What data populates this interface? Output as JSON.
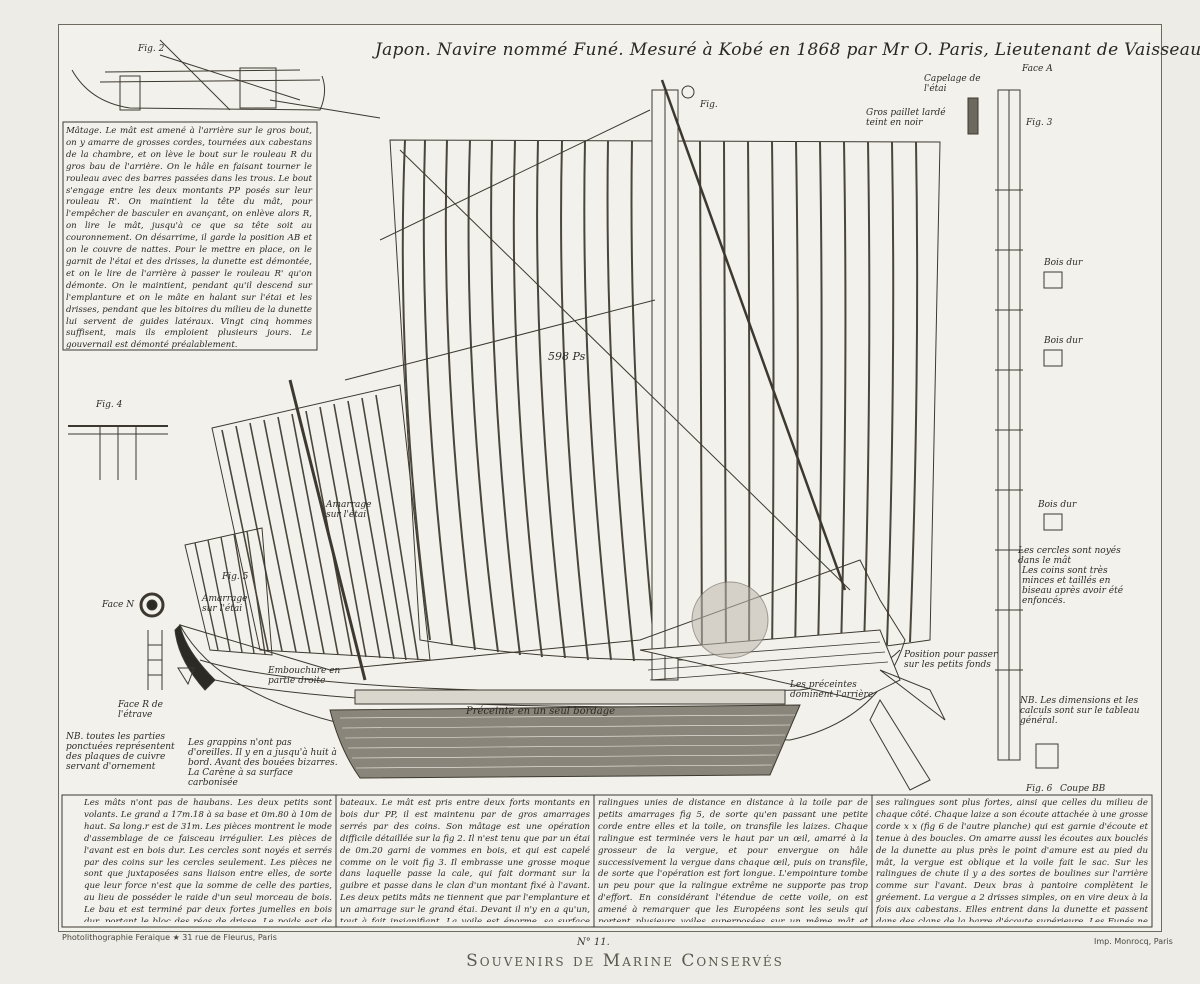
{
  "title": "Japon. Navire nommé Funé. Mesuré à Kobé en 1868 par Mr O. Paris, Lieutenant de Vaisseau",
  "labels": {
    "fig2": "Fig. 2",
    "fig": "Fig.",
    "fig3": "Fig. 3",
    "fig4": "Fig. 4",
    "fig5": "Fig. 5",
    "fig6": "Fig. 6",
    "capelage": "Capelage de l'étai",
    "gros_paillet": "Gros paillet lardé teint en noir",
    "face_a": "Face A",
    "face_n": "Face N",
    "face_r": "Face R de l'étrave",
    "sail_number": "598 Ps",
    "amarrage_etai": "Amarrage sur l'étai",
    "amarrage_etai2": "Amarrage sur l'étai",
    "embouchure": "Embouchure en partie droite",
    "preceinte": "Préceinte en un seul bordage",
    "preceintes": "Les préceintes dominent l'arrière",
    "position": "Position pour passer sur les petits fonds",
    "bois_dur1": "Bois dur",
    "bois_dur2": "Bois dur",
    "bois_dur3": "Bois dur",
    "cercles": "Les cercles sont noyés dans le mât",
    "coins": "Les coins sont très minces et taillés en biseau après avoir été enfoncés.",
    "dimensions": "NB. Les dimensions et les calculs sont sur le tableau général.",
    "coupe": "Coupe BB",
    "nb_left": "NB. toutes les parties ponctuées représentent des plaques de cuivre servant d'ornement",
    "grappins": "Les grappins n'ont pas d'oreilles. Il y en a jusqu'à huit à bord. Avant des bouées bizarres. La Carène à sa surface carbonisée"
  },
  "text": {
    "matage": "Mâtage. Le mât est amené à l'arrière sur le gros bout, on y amarre de grosses cordes, tournées aux cabestans de la chambre, et on lève le bout sur le rouleau R du gros bau de l'arrière. On le hâle en faisant tourner le rouleau avec des barres passées dans les trous. Le bout s'engage entre les deux montants PP posés sur leur rouleau R'. On maintient la tête du mât, pour l'empêcher de basculer en avançant, on enlève alors R, on lire le mât, jusqu'à ce que sa tête soit au couronnement. On désarrime, il garde la position AB et on le couvre de nattes. Pour le mettre en place, on le garnit de l'étai et des drisses, la dunette est démontée, et on le lire de l'arrière à passer le rouleau R' qu'on démonte. On le maintient, pendant qu'il descend sur l'emplanture et on le mâte en halant sur l'étai et les drisses, pendant que les bitoires du milieu de la dunette lui servent de guides latéraux. Vingt cinq hommes suffisent, mais ils emploient plusieurs jours. Le gouvernail est démonté préalablement.",
    "col1": "Les mâts n'ont pas de haubans. Les deux petits sont volants. Le grand a 17m.18 à sa base et 0m.80 à 10m de haut. Sa long.r est de 31m. Les pièces montrent le mode d'assemblage de ce faisceau irrégulier. Les pièces de l'avant est en bois dur. Les cercles sont noyés et serrés par des coins sur les cercles seulement. Les pièces ne sont que juxtaposées sans liaison entre elles, de sorte que leur force n'est que la somme de celle des parties, au lieu de posséder le raide d'un seul morceau de bois. Le bau et est terminé par deux fortes jumelles en bois dur, portant le bloc des réas de drisse. Le poids est de 18 tonneaux. L'emplanture est en quatre pièces et présente une petite surface pour un tel poids. Il est vrai que l'effort du ridage de nos haubans fait défaut. Mais il en résulte beaucoup de fatigue avec les roulis exagérés de ces",
    "col2": "bateaux. Le mât est pris entre deux forts montants en bois dur PP, il est maintenu par de gros amarrages serrés par des coins. Son mâtage est une opération difficile détaillée sur la fig 2. Il n'est tenu que par un étai de 0m.20 garni de vommes en bois, et qui est capelé comme on le voit fig 3. Il embrasse une grosse moque dans laquelle passe la cale, qui fait dormant sur la guibre et passe dans le clan d'un montant fixé à l'avant. Les deux petits mâts ne tiennent que par l'emplanture et un amarrage sur le grand étai. Devant il n'y en a qu'un, tout à fait insignifiant. La voile est énorme, sa surface égale celle du grand hunier de nos plus grands vaisseaux. Elle est formée d'une grosse toile de coton très épaisse et large de 0m.80. Chaque laize a ses deux",
    "col3": "ralingues unies de distance en distance à la toile par de petits amarrages fig 5, de sorte qu'en passant une petite corde entre elles et la toile, on transfile les laizes. Chaque ralingue est terminée vers le haut par un œil, amarré à la grosseur de la vergue, et pour envergue on hâle successivement la vergue dans chaque œil, puis on transfile, de sorte que l'opération est fort longue. L'empointure tombe un peu pour que la ralingue extrême ne supporte pas trop d'effort. En considérant l'étendue de cette voile, on est amené à remarquer que les Européens sont les seuls qui portent plusieurs voiles superposées sur un même mât et emploient la manière d'en réduire la surface avec des garcettes de ris. Le transfilage central est lâche vers le haut et",
    "col4": "ses ralingues sont plus fortes, ainsi que celles du milieu de chaque côté. Chaque laize a son écoute attachée à une grosse corde x x (fig 6 de l'autre planche) qui est garnie d'écoute et tenue à des boucles. On amarre aussi les écoutes aux bouclés de la dunette au plus près le point d'amure est au pied du mât, la vergue est oblique et la voile fait le sac. Sur les ralingues de chute il y a des sortes de boulines sur l'arrière comme sur l'avant. Deux bras à pantoire complètent le gréement. La vergue a 2 drisses simples, on en vire deux à la fois aux cabestans. Elles entrent dans la dunette et passent dans des clans de la barre d'écoute supérieure. Les Funés ne virent que vent arrière, ils louvoyent cependant, mais dérivent beaucoup, ils ont de fortes roulis et des qualités nautiques médiocres."
  },
  "footer": {
    "left": "Photolithographie Feraique ★ 31 rue de Fleurus, Paris",
    "right": "Imp. Monrocq, Paris",
    "plate_number": "N° 11.",
    "series": "Souvenirs de Marine Conservés"
  }
}
